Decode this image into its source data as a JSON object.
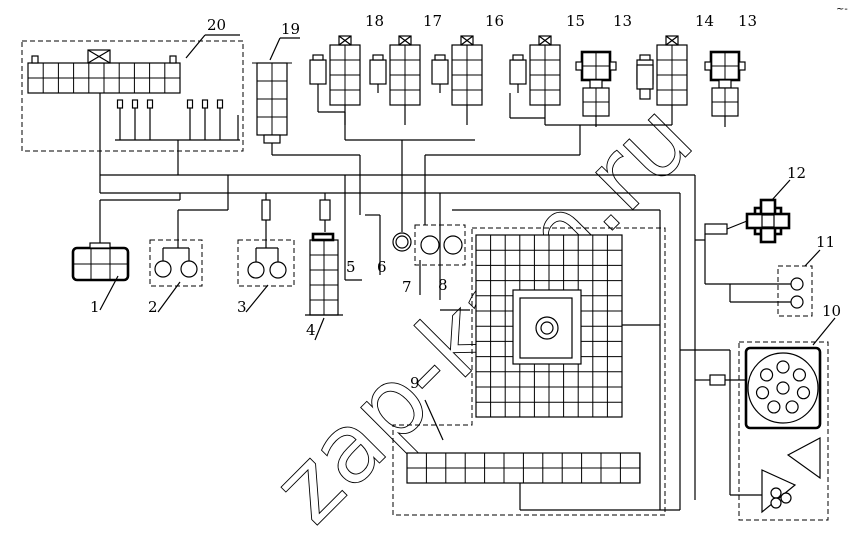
{
  "labels": {
    "c1": "1",
    "c2": "2",
    "c3": "3",
    "c4": "4",
    "c5": "5",
    "c6": "6",
    "c7": "7",
    "c8": "8",
    "c9": "9",
    "c10": "10",
    "c11": "11",
    "c12": "12",
    "c13a": "13",
    "c13b": "13",
    "c14": "14",
    "c15": "15",
    "c16": "16",
    "c17": "17",
    "c18": "18",
    "c19": "19",
    "c20": "20"
  },
  "watermark": "zap-kam.ru",
  "corner_mark": "~-"
}
